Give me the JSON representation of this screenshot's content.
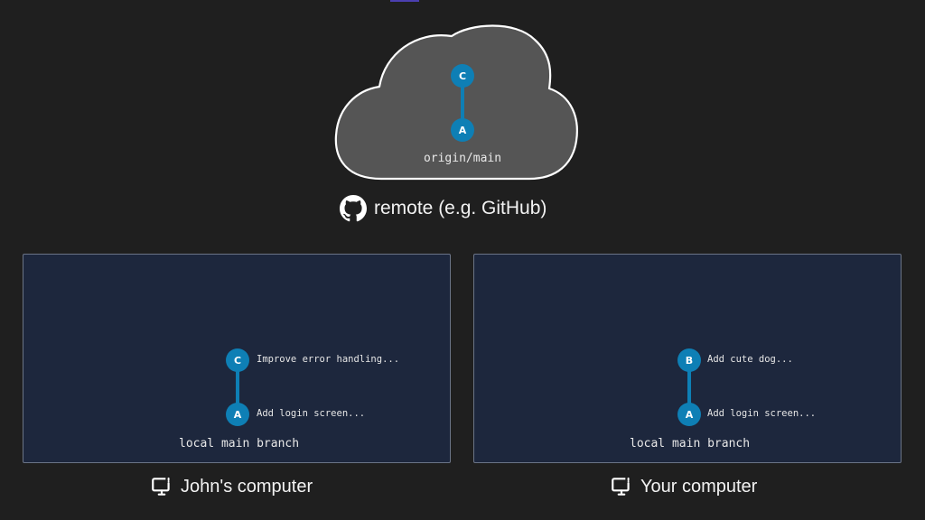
{
  "top_tab": {
    "color": "#4b3fb0"
  },
  "remote": {
    "commits": [
      "C",
      "A"
    ],
    "branch_label": "origin/main",
    "label": "remote (e.g. GitHub)",
    "icon": "github-icon"
  },
  "johns_computer": {
    "commits": [
      {
        "id": "C",
        "message": "Improve error handling..."
      },
      {
        "id": "A",
        "message": "Add login screen..."
      }
    ],
    "branch_label": "local main branch",
    "label": "John's computer",
    "icon": "computer-icon"
  },
  "your_computer": {
    "commits": [
      {
        "id": "B",
        "message": "Add cute dog..."
      },
      {
        "id": "A",
        "message": "Add login screen..."
      }
    ],
    "branch_label": "local main branch",
    "label": "Your computer",
    "icon": "computer-icon"
  },
  "colors": {
    "background": "#1f1f1f",
    "cloud_fill": "#555555",
    "cloud_stroke": "#ffffff",
    "panel_fill": "#1d273d",
    "commit_node": "#0e7fb5"
  }
}
